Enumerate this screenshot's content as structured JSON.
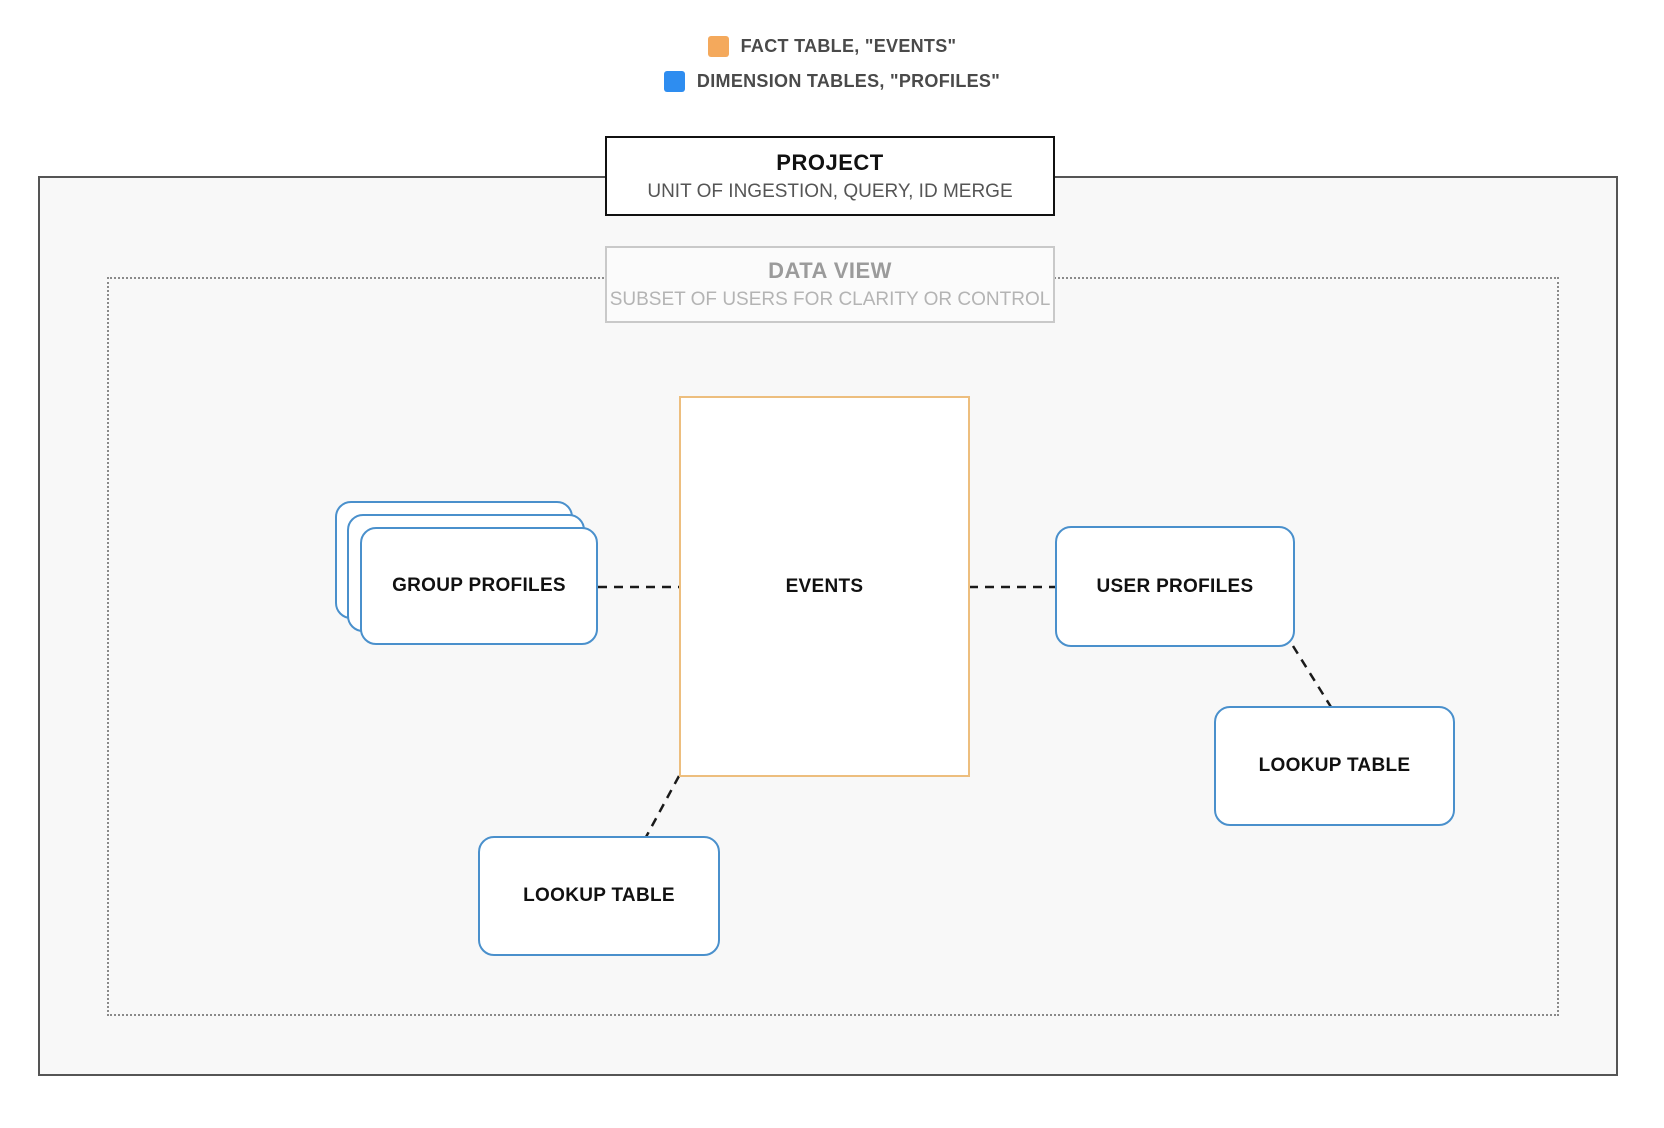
{
  "legend": {
    "items": [
      {
        "name": "fact-table",
        "label": "FACT TABLE, \"EVENTS\"",
        "color": "#F4A95C"
      },
      {
        "name": "dimension-tables",
        "label": "DIMENSION TABLES, \"PROFILES\"",
        "color": "#2E8DF0"
      }
    ]
  },
  "project": {
    "title": "PROJECT",
    "subtitle": "UNIT OF INGESTION, QUERY, ID MERGE"
  },
  "data_view": {
    "title": "DATA VIEW",
    "subtitle": "SUBSET OF USERS FOR CLARITY OR CONTROL"
  },
  "nodes": {
    "events": {
      "label": "EVENTS",
      "border_color": "#EDBE7E"
    },
    "group_profiles": {
      "label": "GROUP PROFILES",
      "border_color": "#4A90CC"
    },
    "user_profiles": {
      "label": "USER PROFILES",
      "border_color": "#4A90CC"
    },
    "lookup_table_right": {
      "label": "LOOKUP TABLE",
      "border_color": "#4A90CC"
    },
    "lookup_table_bottom": {
      "label": "LOOKUP TABLE",
      "border_color": "#4A90CC"
    }
  },
  "connectors": {
    "color": "#1A1A1A"
  }
}
